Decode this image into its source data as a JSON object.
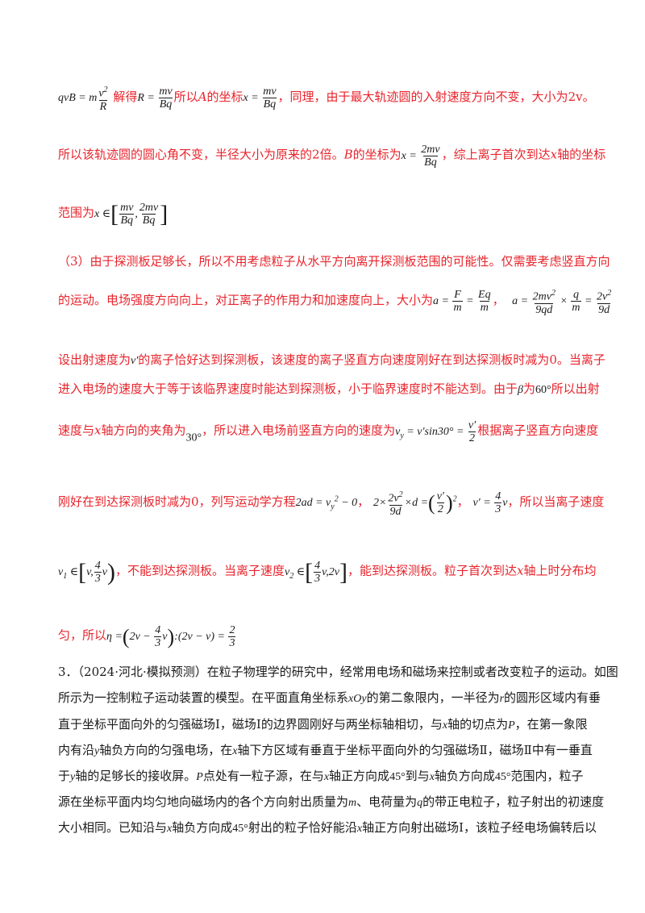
{
  "p1": {
    "t1": "解得",
    "t2": "所以",
    "t3": "A",
    "t4": "的坐标",
    "t5": "，同理，由于最大轨迹圆的入射速度方向不变，大小为",
    "t6": "2v",
    "t7": "。"
  },
  "p2": {
    "t1": "所以该轨迹圆的圆心角不变，半径大小为原来的",
    "t2": "2",
    "t3": "倍。",
    "t4": "B",
    "t5": "的坐标为",
    "t6": "，综上离子首次到达",
    "t7": "x",
    "t8": "轴的坐标"
  },
  "p3": {
    "t1": "范围为"
  },
  "p4": {
    "t1": "（3）由于探测板足够长，所以不用考虑粒子从水平方向离开探测板范围的可能性。仅需要考虑竖直方向"
  },
  "p5": {
    "t1": "的运动。电场强度方向向上，对正离子的作用力和加速度向上，大小为",
    "t2": "，"
  },
  "p6": {
    "t1": "设出射速度为",
    "t2": "的离子恰好达到探测板，该速度的离子竖直方向速度刚好在到达探测板时减为",
    "t3": "0",
    "t4": "。当离子"
  },
  "p7": {
    "t1": "进入电场的速度大于等于该临界速度时能达到探测板，小于临界速度时不能达到。由于",
    "t2": "为",
    "t3": "所以出射"
  },
  "p8": {
    "t1": "速度与",
    "t2": "x",
    "t3": "轴方向的夹角为",
    "t4": "，所以进入电场前竖直方向的速度为",
    "t5": "根据离子竖直方向速度"
  },
  "p9": {
    "t1": "刚好在到达探测板时减为",
    "t2": "0",
    "t3": "，列写运动学方程",
    "t4": "，",
    "t5": "，",
    "t6": "，所以当离子速度"
  },
  "p10": {
    "t1": "，不能到达探测板。当离子速度",
    "t2": "，能到达探测板。粒子首次到达",
    "t3": "x",
    "t4": "轴上时分布均"
  },
  "p11": {
    "t1": "匀，所以"
  },
  "q3": {
    "l1a": "3．（2024·河北·模拟预测）在粒子物理学的研究中，经常用电场和磁场来控制或者改变粒子的运动。如图",
    "l2a": "所示为一控制粒子运动装置的模型。在平面直角坐标系",
    "l2b": "的第二象限内，一半径为",
    "l2c": "的圆形区域内有垂",
    "l3a": "直于坐标平面向外的匀强磁场Ⅰ，磁场Ⅰ的边界圆刚好与两坐标轴相切，与",
    "l3b": "轴的切点为",
    "l3c": "，在第一象限",
    "l4a": "内有沿",
    "l4b": "轴负方向的匀强电场，在",
    "l4c": "轴下方区域有垂直于坐标平面向外的匀强磁场Ⅱ，磁场Ⅱ中有一垂直",
    "l5a": "于",
    "l5b": "轴的足够长的接收屏。",
    "l5c": "点处有一粒子源，在与",
    "l5d": "轴正方向成",
    "l5e": "到与",
    "l5f": "轴负方向成",
    "l5g": "范围内，粒子",
    "l6a": "源在坐标平面内均匀地向磁场内的各个方向射出质量为",
    "l6b": "、电荷量为",
    "l6c": "的带正电粒子，粒子射出的初速度",
    "l7a": "大小相同。已知沿与",
    "l7b": "轴负方向成",
    "l7c": "射出的粒子恰好能沿",
    "l7d": "轴正方向射出磁场Ⅰ，该粒子经电场偏转后以"
  }
}
